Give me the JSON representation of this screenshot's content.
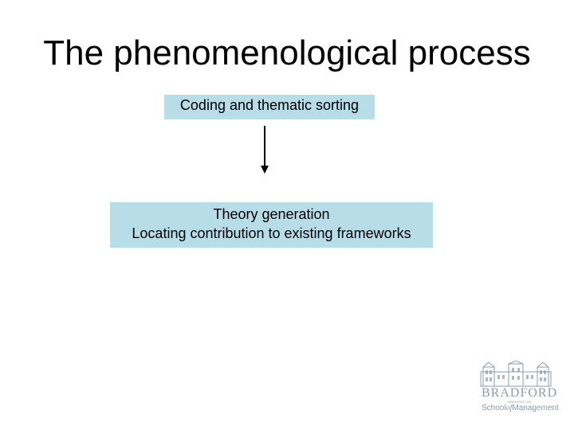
{
  "slide": {
    "title": "The phenomenological process"
  },
  "diagram": {
    "step1": "Coding and thematic sorting",
    "step2_line1": "Theory generation",
    "step2_line2": "Locating contribution to existing frameworks"
  },
  "logo": {
    "name": "BRADFORD",
    "university": "UNIVERSITY OF",
    "school_prefix": "School",
    "school_of": "of",
    "school_suffix": "Management",
    "color": "#8a9bb4"
  },
  "colors": {
    "box_fill": "#b7dde8",
    "arrow": "#000000"
  }
}
